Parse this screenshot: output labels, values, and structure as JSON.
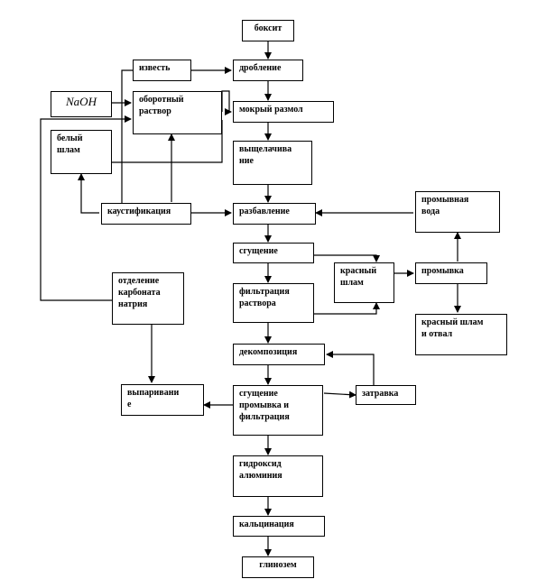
{
  "nodes": {
    "boksit": "боксит",
    "drobl": "дробление",
    "mokr": "мокрый размол",
    "vysh": "выщелачива\nние",
    "razb": "разбавление",
    "sgush": "сгущение",
    "filtr": "фильтрация\nраствора",
    "dekomp": "декомпозиция",
    "sgush2": "сгущение\nпромывка и\nфильтрация",
    "gidrox": "гидроксид\nалюминия",
    "kalc": "кальцинация",
    "glinozem": "глинозем",
    "izvest": "известь",
    "naoh": "NaOH",
    "oborot": "оборотный\nраствор",
    "belyi": "белый\nшлам",
    "kaust": "каустификация",
    "kras": "красный\nшлам",
    "prom": "промывка",
    "promvoda": "промывная\nвода",
    "kras_otval": "красный шлам\nи отвал",
    "zatravka": "затравка",
    "otdel": "отделение\nкарбоната\nнатрия",
    "vypar": "выпаривани\nе"
  }
}
